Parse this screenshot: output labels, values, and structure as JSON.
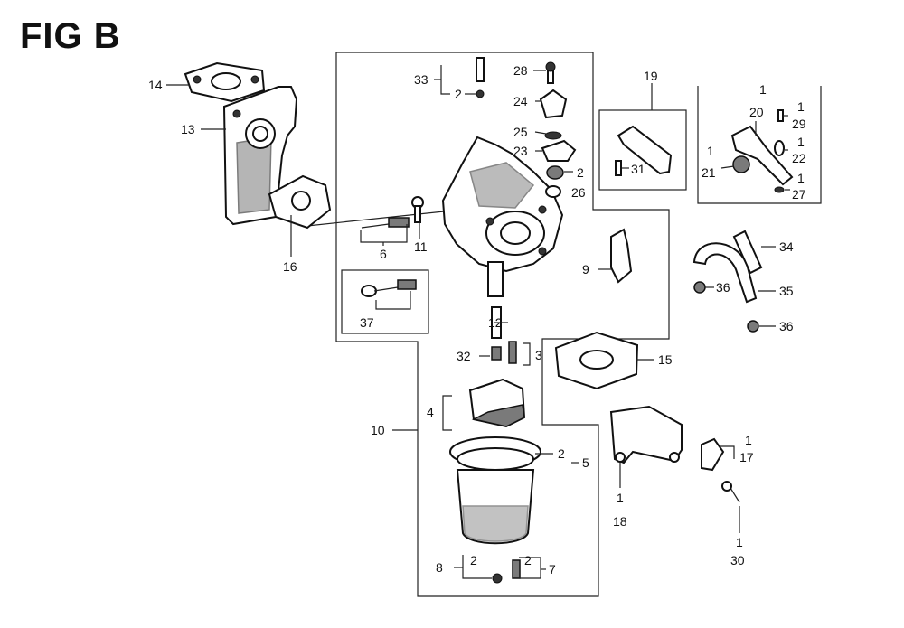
{
  "title": "FIG B",
  "callouts": [
    {
      "id": "c14",
      "text": "14"
    },
    {
      "id": "c13",
      "text": "13"
    },
    {
      "id": "c16",
      "text": "16"
    },
    {
      "id": "c33",
      "text": "33"
    },
    {
      "id": "c33q",
      "text": "2"
    },
    {
      "id": "c28",
      "text": "28"
    },
    {
      "id": "c24",
      "text": "24"
    },
    {
      "id": "c25",
      "text": "25"
    },
    {
      "id": "c23",
      "text": "23"
    },
    {
      "id": "c26q",
      "text": "2"
    },
    {
      "id": "c26",
      "text": "26"
    },
    {
      "id": "c6",
      "text": "6"
    },
    {
      "id": "c11",
      "text": "11"
    },
    {
      "id": "c37",
      "text": "37"
    },
    {
      "id": "c12",
      "text": "12"
    },
    {
      "id": "c32",
      "text": "32"
    },
    {
      "id": "c3",
      "text": "3"
    },
    {
      "id": "c4",
      "text": "4"
    },
    {
      "id": "c10",
      "text": "10"
    },
    {
      "id": "c5q",
      "text": "2"
    },
    {
      "id": "c5",
      "text": "5"
    },
    {
      "id": "c8q",
      "text": "2"
    },
    {
      "id": "c8",
      "text": "8"
    },
    {
      "id": "c7q",
      "text": "2"
    },
    {
      "id": "c7",
      "text": "7"
    },
    {
      "id": "c19",
      "text": "19"
    },
    {
      "id": "c31",
      "text": "31"
    },
    {
      "id": "c9",
      "text": "9"
    },
    {
      "id": "c20q",
      "text": "1"
    },
    {
      "id": "c20",
      "text": "20"
    },
    {
      "id": "c29q",
      "text": "1"
    },
    {
      "id": "c29",
      "text": "29"
    },
    {
      "id": "c21q",
      "text": "1"
    },
    {
      "id": "c21",
      "text": "21"
    },
    {
      "id": "c22q",
      "text": "1"
    },
    {
      "id": "c22",
      "text": "22"
    },
    {
      "id": "c27q",
      "text": "1"
    },
    {
      "id": "c27",
      "text": "27"
    },
    {
      "id": "c34",
      "text": "34"
    },
    {
      "id": "c36a",
      "text": "36"
    },
    {
      "id": "c35",
      "text": "35"
    },
    {
      "id": "c36b",
      "text": "36"
    },
    {
      "id": "c15",
      "text": "15"
    },
    {
      "id": "c17q",
      "text": "1"
    },
    {
      "id": "c17",
      "text": "17"
    },
    {
      "id": "c18q",
      "text": "1"
    },
    {
      "id": "c18",
      "text": "18"
    },
    {
      "id": "c30q",
      "text": "1"
    },
    {
      "id": "c30",
      "text": "30"
    }
  ]
}
